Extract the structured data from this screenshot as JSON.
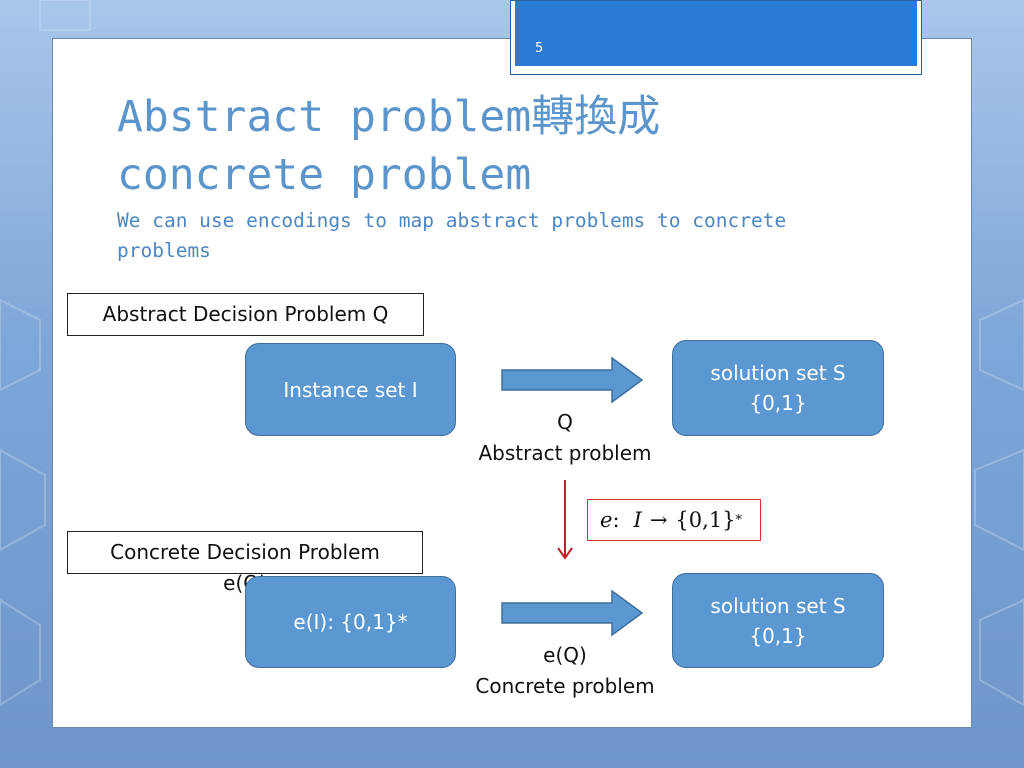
{
  "slide": {
    "number": "5",
    "title_line1": "Abstract problem轉換成",
    "title_line2": "concrete problem",
    "subtitle": "We can use encodings to map abstract problems to concrete problems"
  },
  "diagram": {
    "abstract_label": "Abstract Decision Problem Q",
    "instance_box": "Instance set I",
    "solution_box_top_line1": "solution set S",
    "solution_box_top_line2": "{0,1}",
    "abstract_caption_line1": "Q",
    "abstract_caption_line2": "Abstract problem",
    "encoding_formula": {
      "e": "e",
      "colon": ":",
      "I": "I",
      "arrow": "→",
      "set": "{0,1}",
      "star": "*"
    },
    "concrete_label_line1": "Concrete Decision Problem",
    "concrete_label_line2": "e(Q)",
    "encoded_instance_box": "e(I): {0,1}*",
    "solution_box_bottom_line1": "solution set S",
    "solution_box_bottom_line2": "{0,1}",
    "concrete_caption_line1": "e(Q)",
    "concrete_caption_line2": "Concrete problem"
  },
  "colors": {
    "title": "#5b95cc",
    "box_fill": "#5b97d1",
    "down_arrow": "#c0202a",
    "formula_border": "#e03030"
  }
}
